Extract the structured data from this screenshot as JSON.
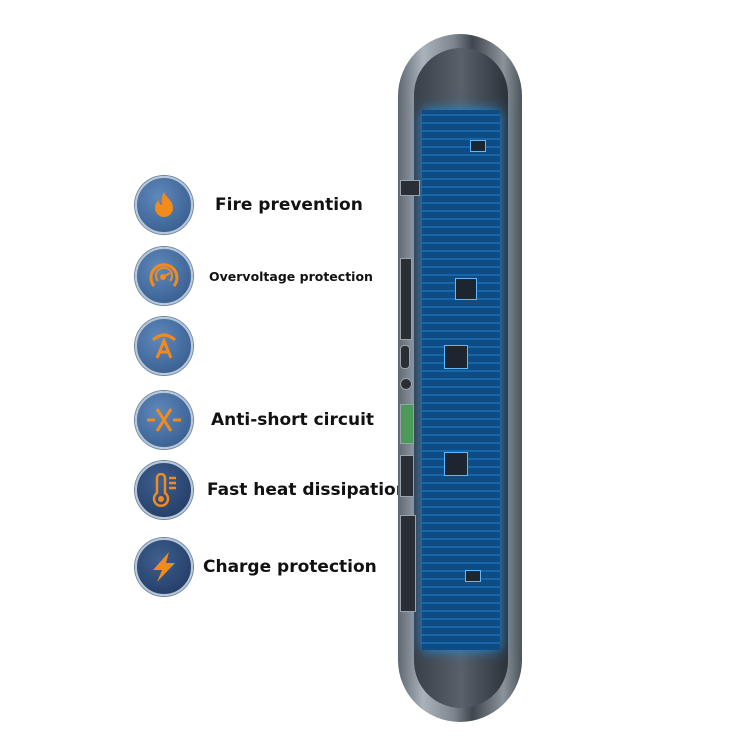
{
  "features": [
    {
      "icon": "fire-icon",
      "label": "Fire prevention"
    },
    {
      "icon": "gauge-icon",
      "label": "Overvoltage protection"
    },
    {
      "icon": "ampere-icon",
      "label": ""
    },
    {
      "icon": "short-circuit-icon",
      "label": "Anti-short circuit"
    },
    {
      "icon": "thermometer-icon",
      "label": "Fast heat dissipation"
    },
    {
      "icon": "lightning-icon",
      "label": "Charge protection"
    }
  ],
  "colors": {
    "icon": "#f28a1e",
    "badge": "#3f6597"
  }
}
